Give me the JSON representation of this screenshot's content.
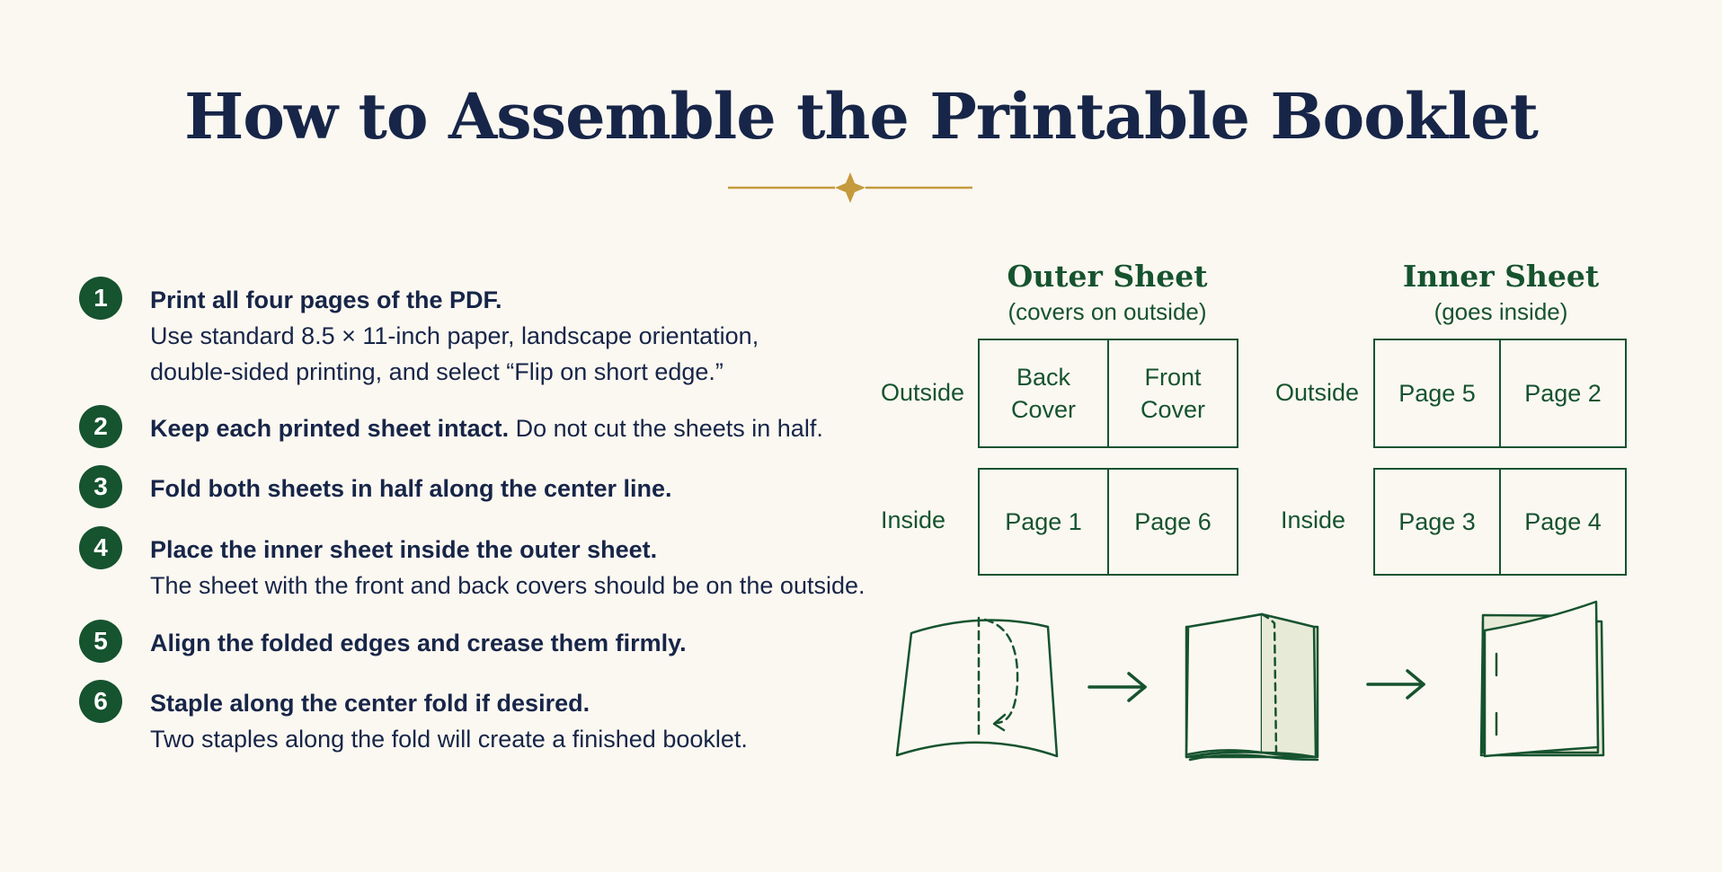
{
  "title": "How to Assemble the Printable Booklet",
  "steps": [
    {
      "number": "1",
      "bold": "Print all four pages of the PDF.",
      "rest": "",
      "detail": [
        "Use standard 8.5 × 11-inch paper, landscape orientation,",
        "double-sided printing, and select “Flip on short edge.”"
      ]
    },
    {
      "number": "2",
      "bold": "Keep each printed sheet intact.",
      "rest": " Do not cut the sheets in half.",
      "detail": []
    },
    {
      "number": "3",
      "bold": "Fold both sheets in half along the center line.",
      "rest": "",
      "detail": []
    },
    {
      "number": "4",
      "bold": "Place the inner sheet inside the outer sheet.",
      "rest": "",
      "detail": [
        "The sheet with the front and back covers should be on the outside."
      ]
    },
    {
      "number": "5",
      "bold": "Align the folded edges and crease them firmly.",
      "rest": "",
      "detail": []
    },
    {
      "number": "6",
      "bold": "Staple along the center fold if desired.",
      "rest": "",
      "detail": [
        "Two staples along the fold will create a finished booklet."
      ]
    }
  ],
  "outer_sheet": {
    "title": "Outer Sheet",
    "subtitle": "(covers on outside)",
    "outside_label": "Outside",
    "inside_label": "Inside",
    "outside": [
      "Back\nCover",
      "Front\nCover"
    ],
    "inside": [
      "Page 1",
      "Page 6"
    ]
  },
  "inner_sheet": {
    "title": "Inner Sheet",
    "subtitle": "(goes inside)",
    "outside_label": "Outside",
    "inside_label": "Inside",
    "outside": [
      "Page 5",
      "Page 2"
    ],
    "inside": [
      "Page 3",
      "Page 4"
    ]
  },
  "colors": {
    "navy": "#172548",
    "green": "#16532f",
    "gold": "#c49a3c",
    "background": "#fbf8f1"
  }
}
